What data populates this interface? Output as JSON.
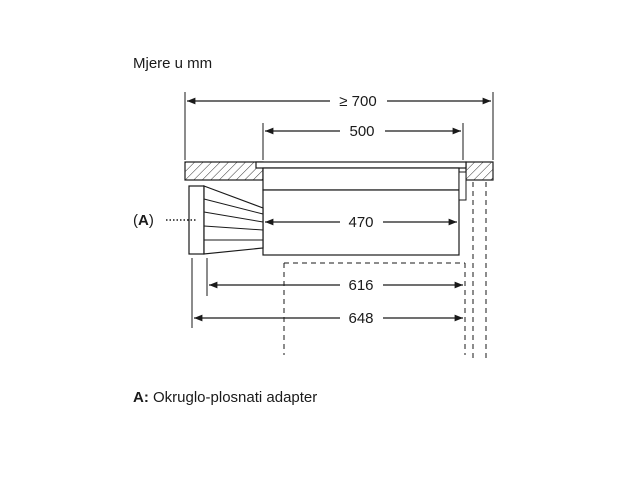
{
  "title": "Mjere u mm",
  "dimensions": {
    "cutout_min": "≥ 700",
    "hob_width": "500",
    "body_width": "470",
    "dim_616": "616",
    "dim_648": "648"
  },
  "callout": {
    "open": "(",
    "letter": "A",
    "close": ")"
  },
  "legend": {
    "key": "A:",
    "text": " Okruglo-plosnati adapter"
  }
}
